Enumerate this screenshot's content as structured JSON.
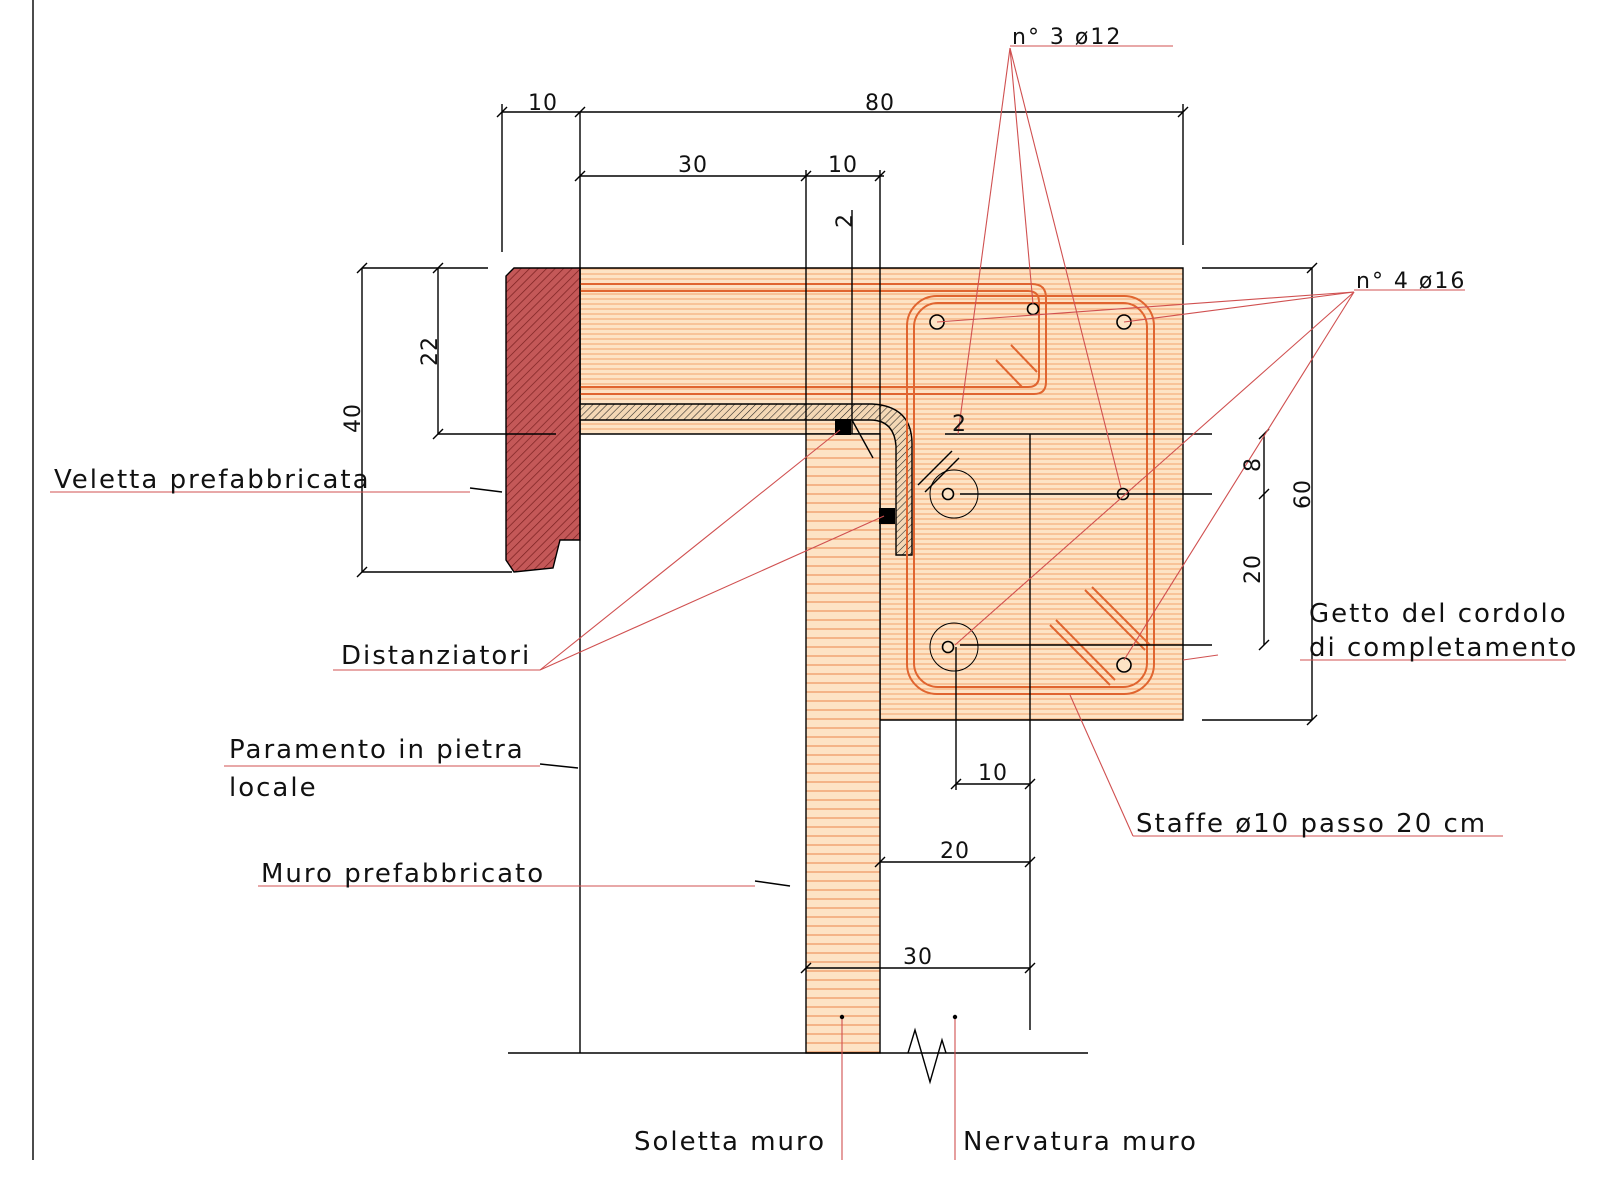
{
  "labels": {
    "rebar_top": "n° 3 ø12",
    "rebar_main": "n° 4 ø16",
    "veletta": "Veletta prefabbricata",
    "distanziatori": "Distanziatori",
    "paramento_1": "Paramento in pietra",
    "paramento_2": "locale",
    "getto_1": "Getto del cordolo",
    "getto_2": "di completamento",
    "staffe": "Staffe ø10 passo 20 cm",
    "muro_prefab": "Muro prefabbricato",
    "soletta": "Soletta muro",
    "nervatura": "Nervatura muro"
  },
  "dimensions": {
    "top_10": "10",
    "top_80": "80",
    "mid_30": "30",
    "mid_10": "10",
    "vert_2": "2",
    "left_22": "22",
    "left_40": "40",
    "inner_2": "2",
    "right_8": "8",
    "right_20": "20",
    "right_60": "60",
    "bottom_10": "10",
    "bottom_20": "20",
    "bottom_30": "30"
  },
  "colors": {
    "concrete_fill": "#fde3c5",
    "concrete_hatch": "#f2a36a",
    "veletta_fill": "#c55a5a",
    "rebar": "#e06530",
    "leader": "#d05050"
  }
}
